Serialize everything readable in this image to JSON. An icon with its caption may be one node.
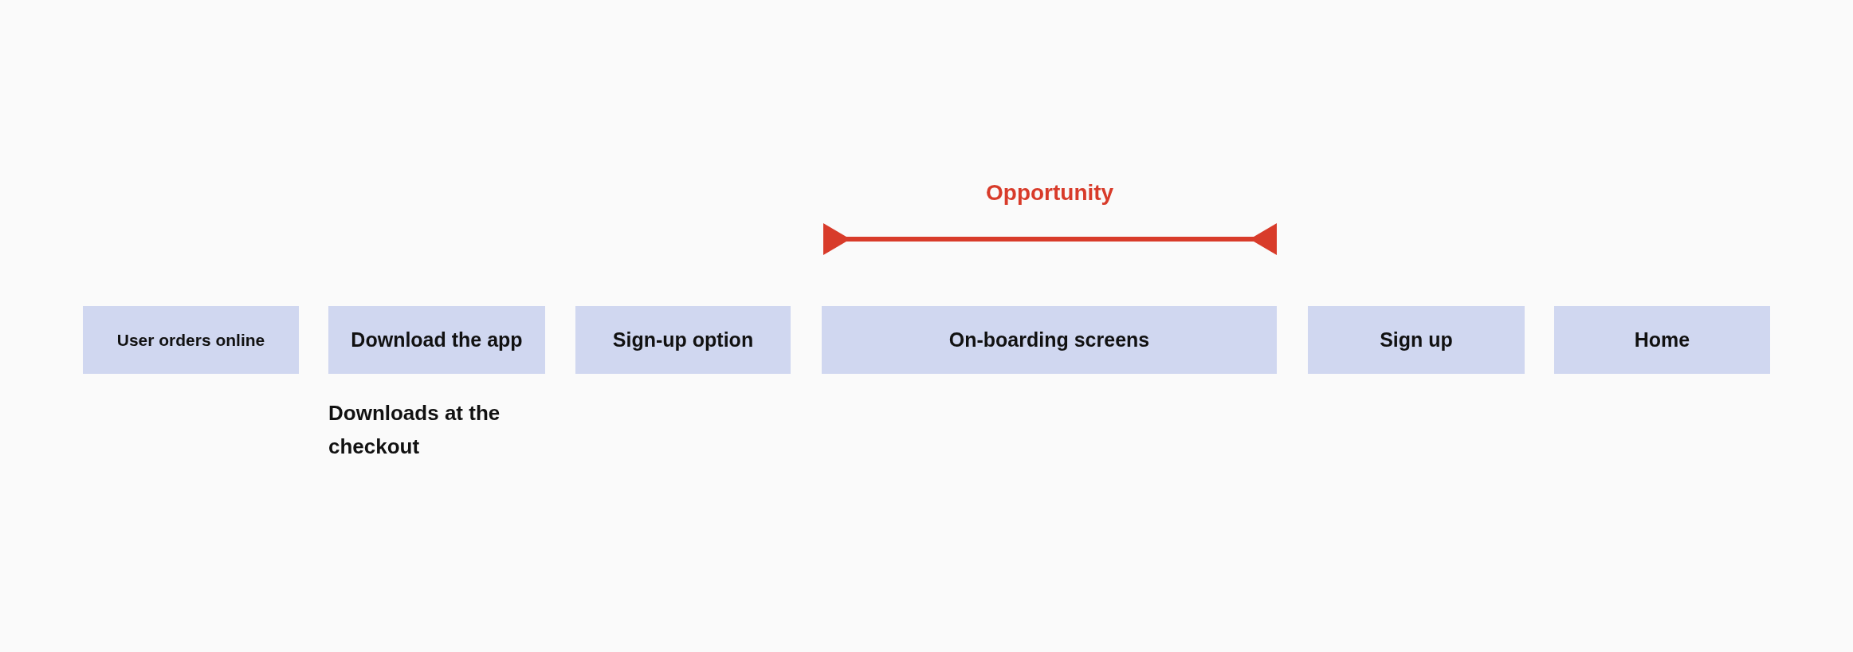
{
  "diagram": {
    "nodes": [
      {
        "text": [
          "User orders online"
        ]
      },
      {
        "text": [
          "Download the app"
        ],
        "beside": [
          "Downloads at the checkout"
        ]
      },
      {
        "text": [
          "Sign-up option"
        ]
      },
      {
        "text": [
          "On-boarding screens"
        ]
      },
      {
        "text": [
          "Sign up"
        ]
      },
      {
        "text": [
          "Home"
        ]
      }
    ],
    "labels": [
      "Opportunity"
    ]
  }
}
